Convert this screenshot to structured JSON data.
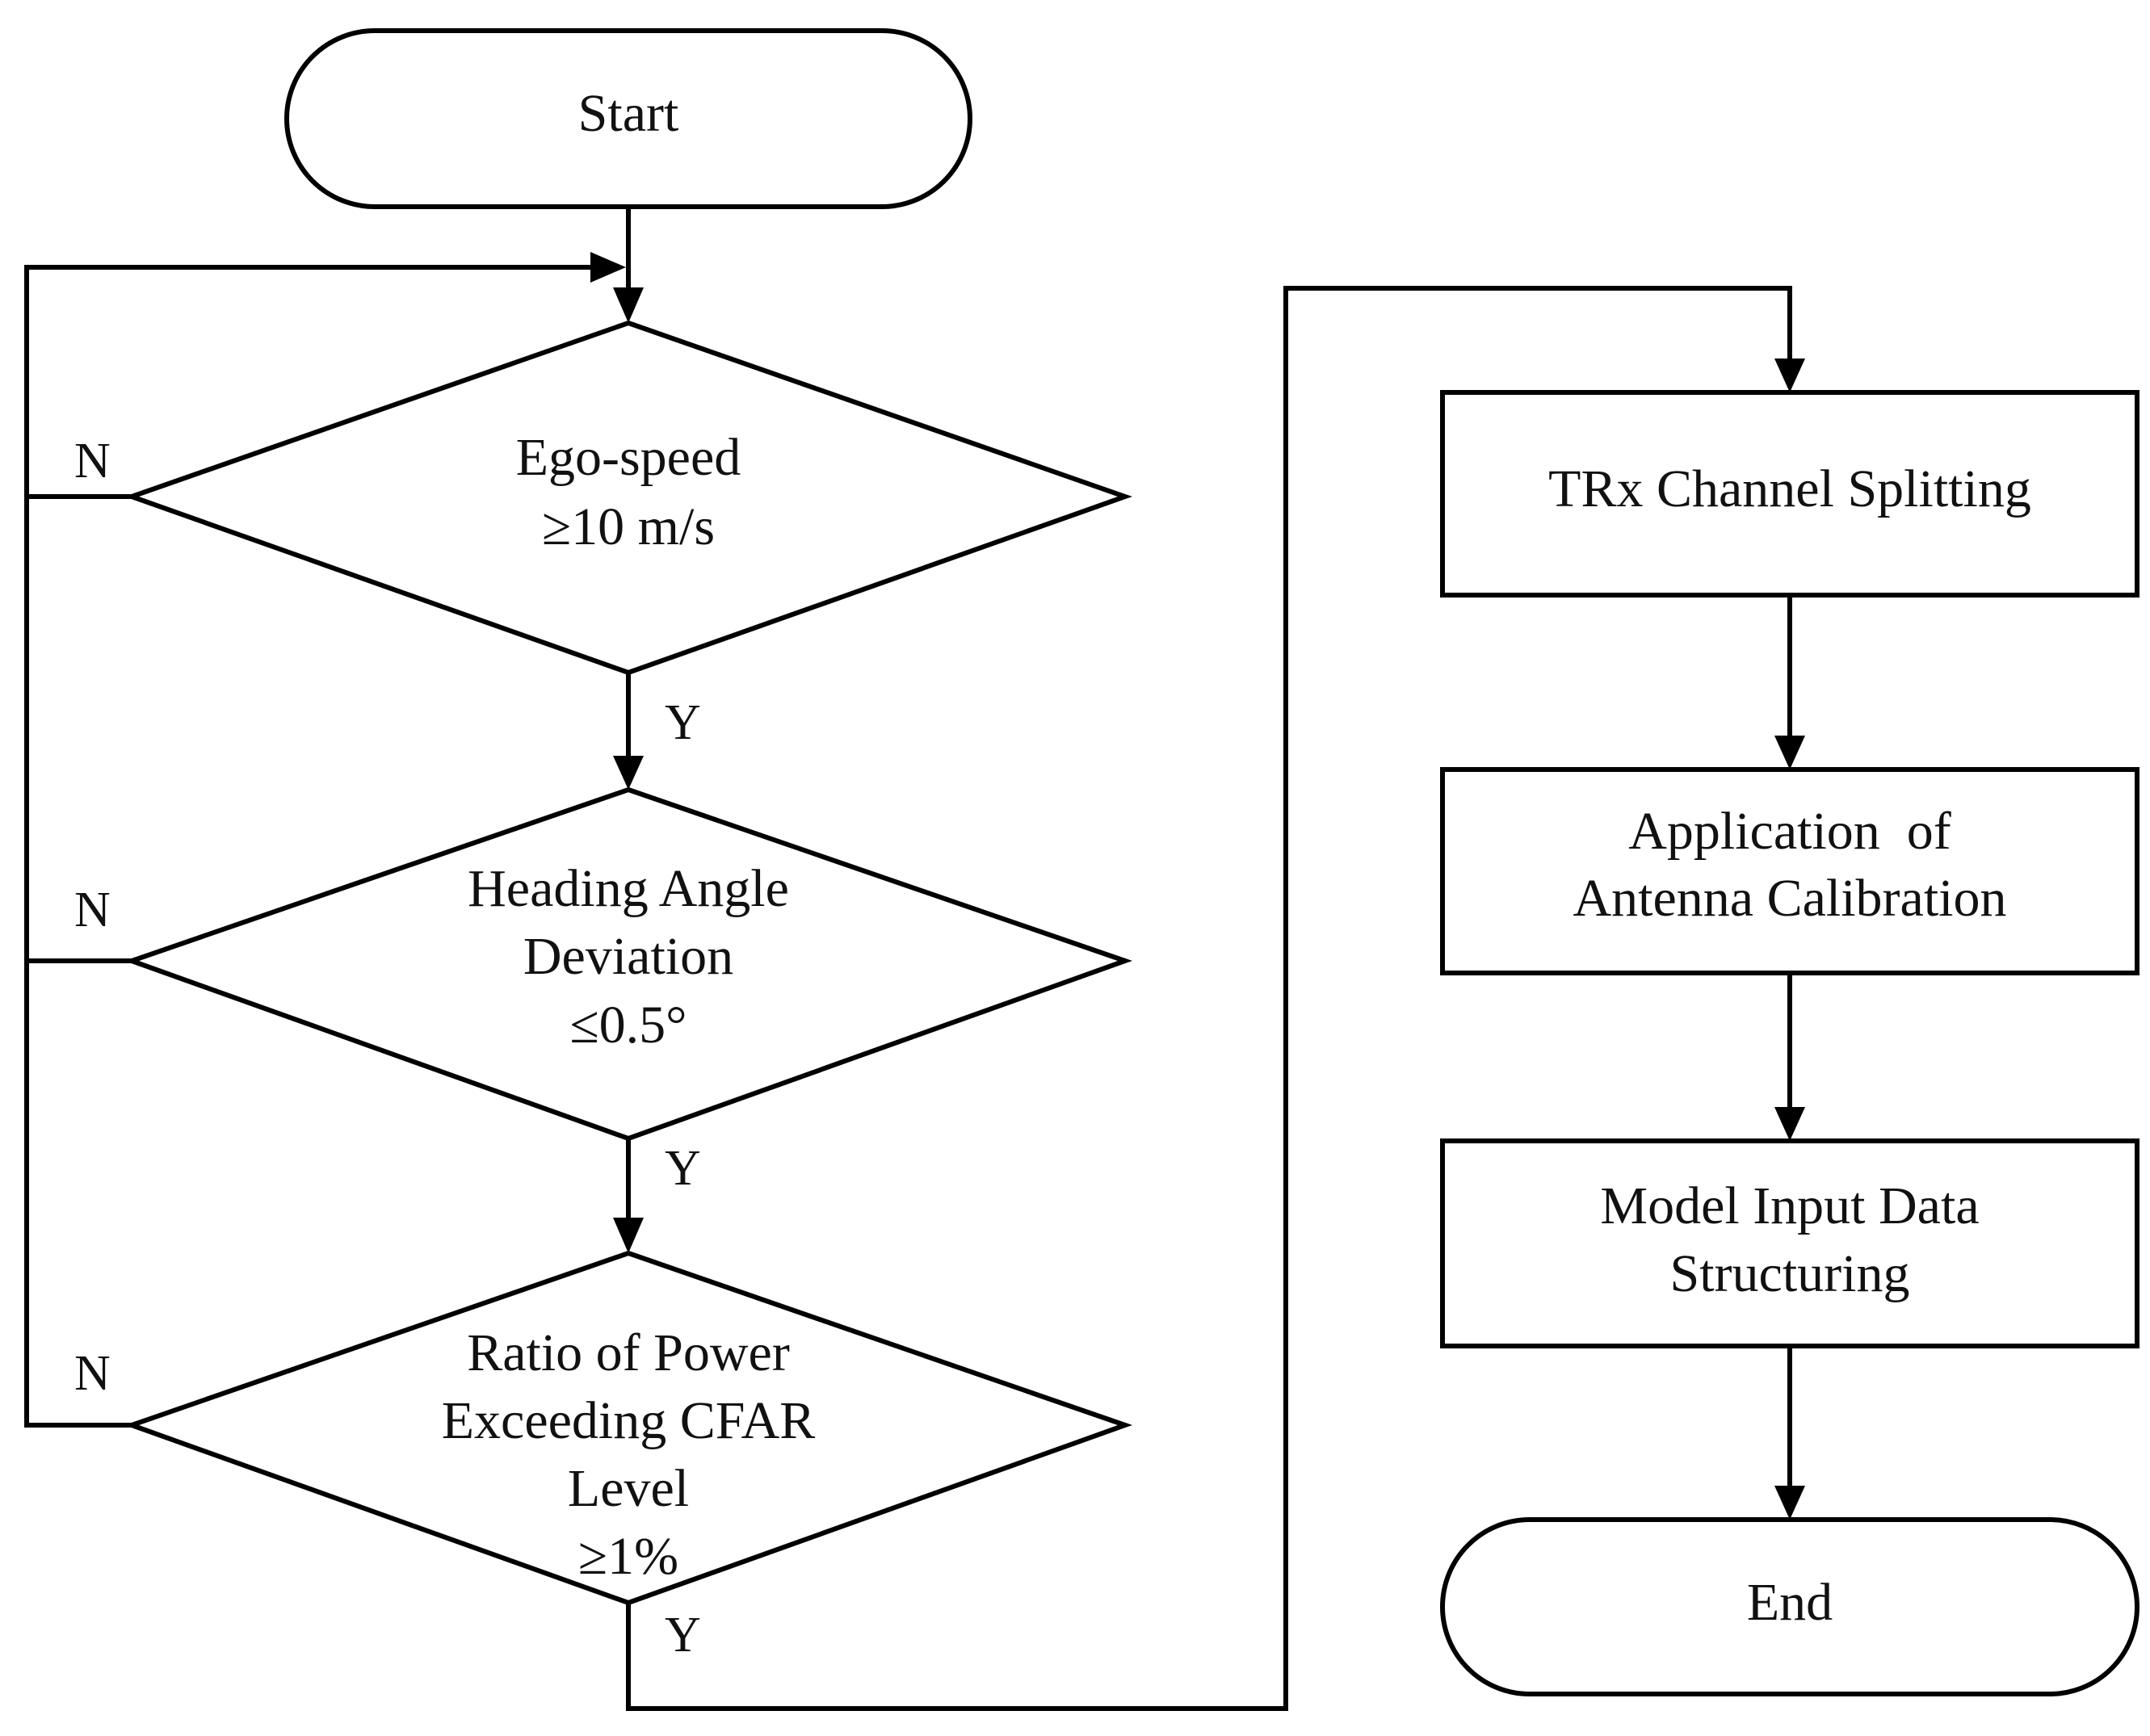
{
  "nodes": {
    "start": "Start",
    "ego_speed": [
      "Ego-speed",
      "≥10 m/s"
    ],
    "heading": [
      "Heading Angle",
      "Deviation",
      "≤0.5°"
    ],
    "power_ratio": [
      "Ratio of Power",
      "Exceeding CFAR",
      "Level",
      "≥1%"
    ],
    "trx": "TRx Channel Splitting",
    "calibration": [
      "Application  of",
      "Antenna Calibration"
    ],
    "model_input": [
      "Model Input Data",
      "Structuring"
    ],
    "end": "End"
  },
  "branches": {
    "yes": "Y",
    "no": "N"
  }
}
